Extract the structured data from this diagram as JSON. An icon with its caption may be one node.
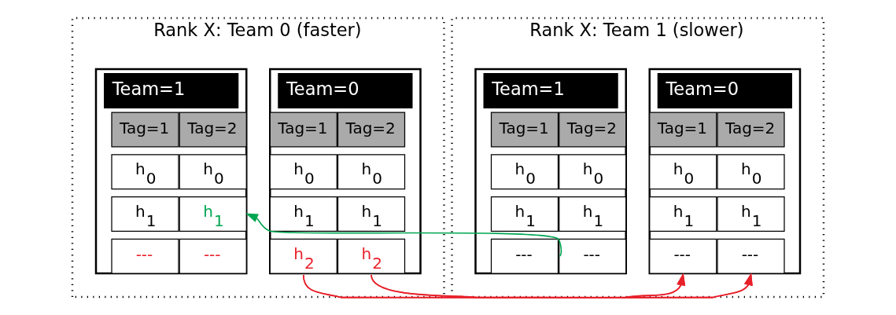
{
  "diagram": {
    "nodes": [
      {
        "text": [
          "Rank X: Team 0 (faster)"
        ]
      },
      {
        "text": [
          "Team=0"
        ],
        "in": 0
      },
      {
        "text": [
          "Tag=1"
        ],
        "in": 1
      },
      {
        "text": [
          "Tag=2"
        ],
        "in": 1
      },
      {
        "text": [
          "h$_{0}$"
        ],
        "in": 1
      },
      {
        "text": [
          "h$_{0}$"
        ],
        "in": 1
      },
      {
        "text": [
          "h$_{1}$"
        ],
        "in": 1
      },
      {
        "text": [
          "h$_{1}$"
        ],
        "in": 1
      },
      {
        "text": [
          "h$_{2}$"
        ],
        "in": 1
      },
      {
        "text": [
          "h$_{2}$"
        ],
        "in": 1
      },
      {
        "text": [
          "Team=1"
        ],
        "in": 0
      },
      {
        "text": [
          "Tag=1"
        ],
        "in": 10
      },
      {
        "text": [
          "Tag=2"
        ],
        "in": 10
      },
      {
        "text": [
          "h$_{0}$"
        ],
        "in": 10
      },
      {
        "text": [
          "h$_{0}$"
        ],
        "in": 10
      },
      {
        "text": [
          "h$_{1}$"
        ],
        "in": 10
      },
      {
        "text": [
          "h$_{1}$"
        ],
        "in": 10
      },
      {
        "text": [
          "---"
        ],
        "in": 10
      },
      {
        "text": [
          "---"
        ],
        "in": 10
      },
      {
        "text": [
          "Rank X: Team 1 (slower)"
        ]
      },
      {
        "text": [
          "Team=0"
        ],
        "in": 19
      },
      {
        "text": [
          "Tag=1"
        ],
        "in": 20
      },
      {
        "text": [
          "Tag=2"
        ],
        "in": 20
      },
      {
        "text": [
          "h$_{0}$"
        ],
        "in": 20
      },
      {
        "text": [
          "h$_{0}$"
        ],
        "in": 20
      },
      {
        "text": [
          "h$_{1}$"
        ],
        "in": 20
      },
      {
        "text": [
          "h$_{1}$"
        ],
        "in": 20
      },
      {
        "text": [
          "---"
        ],
        "in": 20
      },
      {
        "text": [
          "---"
        ],
        "in": 20
      },
      {
        "text": [
          "Team=1"
        ],
        "in": 19
      },
      {
        "text": [
          "Tag=1"
        ],
        "in": 29
      },
      {
        "text": [
          "Tag=2"
        ],
        "in": 29
      },
      {
        "text": [
          "h$_{0}$"
        ],
        "in": 29
      },
      {
        "text": [
          "h$_{0}$"
        ],
        "in": 29
      },
      {
        "text": [
          "h$_{1}$"
        ],
        "in": 29
      },
      {
        "text": [
          "h$_{1}$"
        ],
        "in": 29
      },
      {
        "text": [
          "---"
        ],
        "in": 29
      },
      {
        "text": [
          "---"
        ],
        "in": 29
      }
    ],
    "edges": [
      {
        "from": 8,
        "to": 27,
        "arrow": "to",
        "color": "#e8202a"
      },
      {
        "from": 9,
        "to": 28,
        "arrow": "to",
        "color": "#e8202a"
      },
      {
        "from": 36,
        "to": 16,
        "arrow": "to",
        "color": "#00a651"
      }
    ]
  }
}
